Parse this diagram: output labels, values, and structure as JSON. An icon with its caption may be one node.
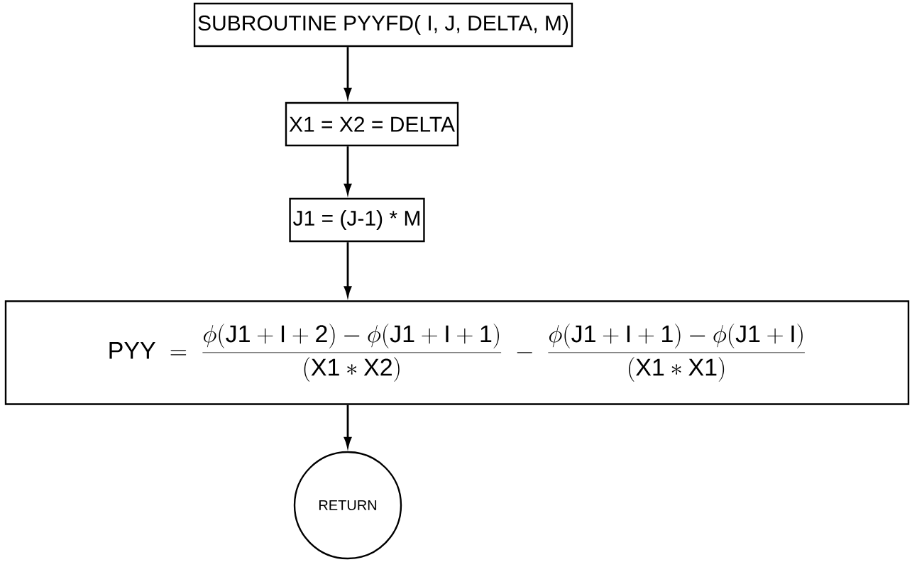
{
  "diagram": {
    "nodes": [
      {
        "text": [
          "SUBROUTINE PYYFD( I, J, DELTA, M)"
        ]
      },
      {
        "text": [
          "X1 = X2 = DELTA"
        ]
      },
      {
        "text": [
          "J1 = (J-1) * M"
        ]
      },
      {
        "text": [
          "\\mathrm{PYY} \\;=\\; \\frac{\\phi(\\mathrm{J1+I+2}) - \\phi(\\mathrm{J1+I+1})}{(\\mathrm{X1} \\ast \\mathrm{X2})} \\;-\\; \\frac{\\phi(\\mathrm{J1+I+1}) - \\phi(\\mathrm{J1+I})}{(\\mathrm{X1} \\ast \\mathrm{X1})}"
        ]
      },
      {
        "text": [
          "RETURN"
        ]
      }
    ],
    "edges": [
      {
        "from": 0,
        "to": 1,
        "arrow": "to"
      },
      {
        "from": 1,
        "to": 2,
        "arrow": "to"
      },
      {
        "from": 2,
        "to": 3,
        "arrow": "to"
      },
      {
        "from": 3,
        "to": 4,
        "arrow": "to"
      }
    ]
  }
}
